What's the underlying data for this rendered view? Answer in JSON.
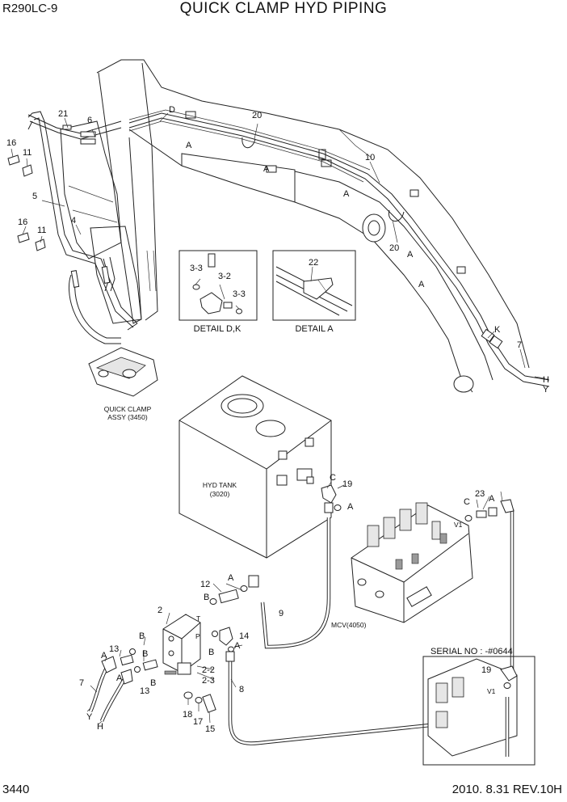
{
  "header": {
    "model": "R290LC-9",
    "title": "QUICK CLAMP HYD PIPING"
  },
  "footer": {
    "page_number": "3440",
    "date_revision": "2010. 8.31  REV.10H"
  },
  "components": {
    "quick_clamp": [
      "QUICK CLAMP",
      "ASSY (3450)"
    ],
    "hyd_tank": [
      "HYD TANK",
      "(3020)"
    ],
    "mcv": "MCV(4050)"
  },
  "details": {
    "detail_dk": "DETAIL  D,K",
    "detail_a": "DETAIL A"
  },
  "serial_note": "SERIAL NO : -#0644",
  "callouts": {
    "c21": "21",
    "c6": "6",
    "c16a": "16",
    "c11a": "11",
    "c5": "5",
    "c4": "4",
    "c16b": "16",
    "c11b": "11",
    "c20a": "20",
    "c20b": "20",
    "c10": "10",
    "c7a": "7",
    "c33a": "3-3",
    "c32": "3-2",
    "c33b": "3-3",
    "c22": "22",
    "c19a": "19",
    "c23": "23",
    "c12": "12",
    "c9": "9",
    "c2": "2",
    "c14": "14",
    "c8": "8",
    "c13a": "13",
    "c13b": "13",
    "c7b": "7",
    "c22b": "2-2",
    "c23b": "2-3",
    "c18": "18",
    "c17": "17",
    "c15": "15",
    "c19b": "19"
  },
  "letters": {
    "D": "D",
    "K": "K",
    "H": "H",
    "Y": "Y",
    "C": "C",
    "A": "A",
    "B": "B",
    "P": "P",
    "T": "T",
    "V1": "V1"
  }
}
